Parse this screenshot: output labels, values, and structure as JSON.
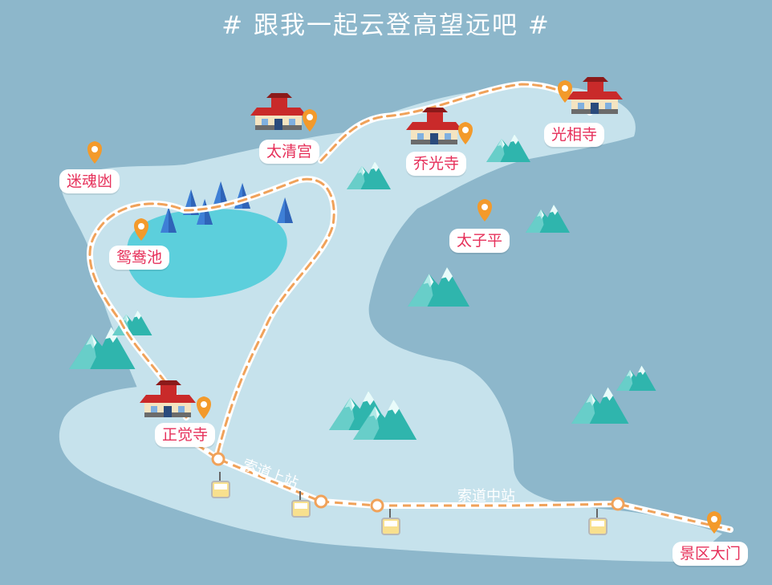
{
  "title": "# 跟我一起云登高望远吧 #",
  "colors": {
    "sea": "#8db7cb",
    "land": "#c6e2ec",
    "lake": "#5ccfdc",
    "route": "#ffffff",
    "route_dash": "#f0a25a",
    "pin": "#f39a2b",
    "label_text": "#e6305a",
    "mountain": "#2fb5ad",
    "temple_roof": "#c92a2a"
  },
  "places": [
    {
      "id": "taiqing",
      "name": "太清宫",
      "has_temple": true
    },
    {
      "id": "qiaoguang",
      "name": "乔光寺",
      "has_temple": true
    },
    {
      "id": "guangxiang",
      "name": "光相寺",
      "has_temple": true
    },
    {
      "id": "mihun",
      "name": "迷魂凼",
      "has_temple": false
    },
    {
      "id": "yuanyang",
      "name": "鸳鸯池",
      "has_temple": false
    },
    {
      "id": "taiziping",
      "name": "太子平",
      "has_temple": false
    },
    {
      "id": "zhengjue",
      "name": "正觉寺",
      "has_temple": true
    },
    {
      "id": "jingqu",
      "name": "景区大门",
      "has_temple": false
    }
  ],
  "stations": {
    "upper": "索道上站",
    "middle": "索道中站"
  },
  "icons": {
    "pin": "location-pin-icon",
    "temple": "temple-icon",
    "cable_car": "cable-car-icon",
    "mountain": "mountain-icon",
    "tree": "pine-tree-icon"
  }
}
